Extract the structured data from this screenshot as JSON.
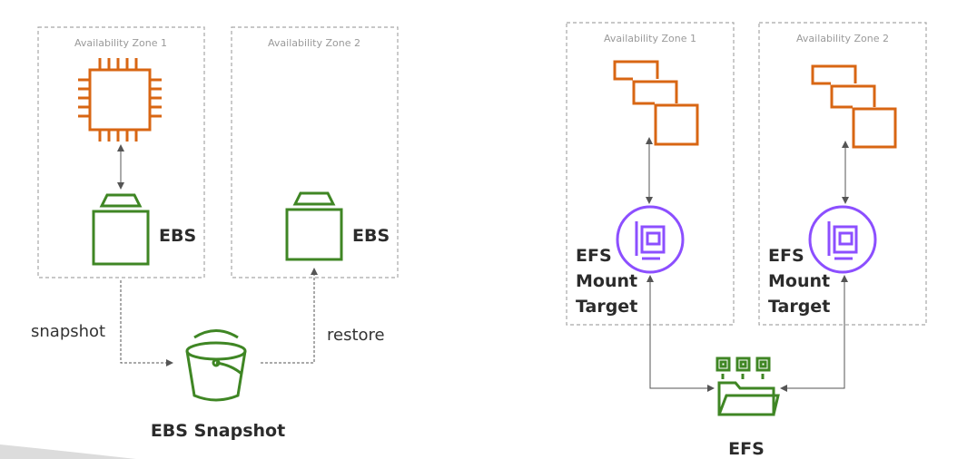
{
  "colors": {
    "compute_orange": "#d86613",
    "storage_green": "#3f8624",
    "network_purple": "#8c4fff",
    "zone_border": "#a8a8a8",
    "connector": "#555555"
  },
  "left_diagram": {
    "zone1_label": "Availability Zone 1",
    "zone2_label": "Availability Zone 2",
    "ebs_label_1": "EBS",
    "ebs_label_2": "EBS",
    "snapshot_edge_label": "snapshot",
    "restore_edge_label": "restore",
    "snapshot_label": "EBS Snapshot",
    "icons": [
      "ec2-instance-icon",
      "ebs-volume-icon",
      "ebs-volume-icon",
      "s3-bucket-icon"
    ]
  },
  "right_diagram": {
    "zone1_label": "Availability Zone 1",
    "zone2_label": "Availability Zone 2",
    "mount_target_1": {
      "line1": "EFS",
      "line2": "Mount",
      "line3": "Target"
    },
    "mount_target_2": {
      "line1": "EFS",
      "line2": "Mount",
      "line3": "Target"
    },
    "efs_label": "EFS",
    "icons": [
      "ec2-instances-icon",
      "elastic-network-interface-icon",
      "efs-file-system-icon"
    ]
  }
}
